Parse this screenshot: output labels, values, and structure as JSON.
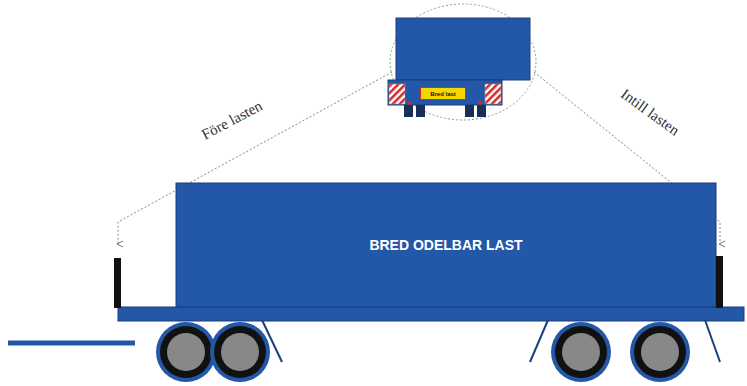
{
  "diagram": {
    "nodes": [
      {
        "text": [
          "BRED ODELBAR LAST"
        ]
      },
      {
        "text": [
          "Bred last"
        ]
      }
    ],
    "labels": [
      "Före lasten",
      "Intill lasten"
    ]
  }
}
